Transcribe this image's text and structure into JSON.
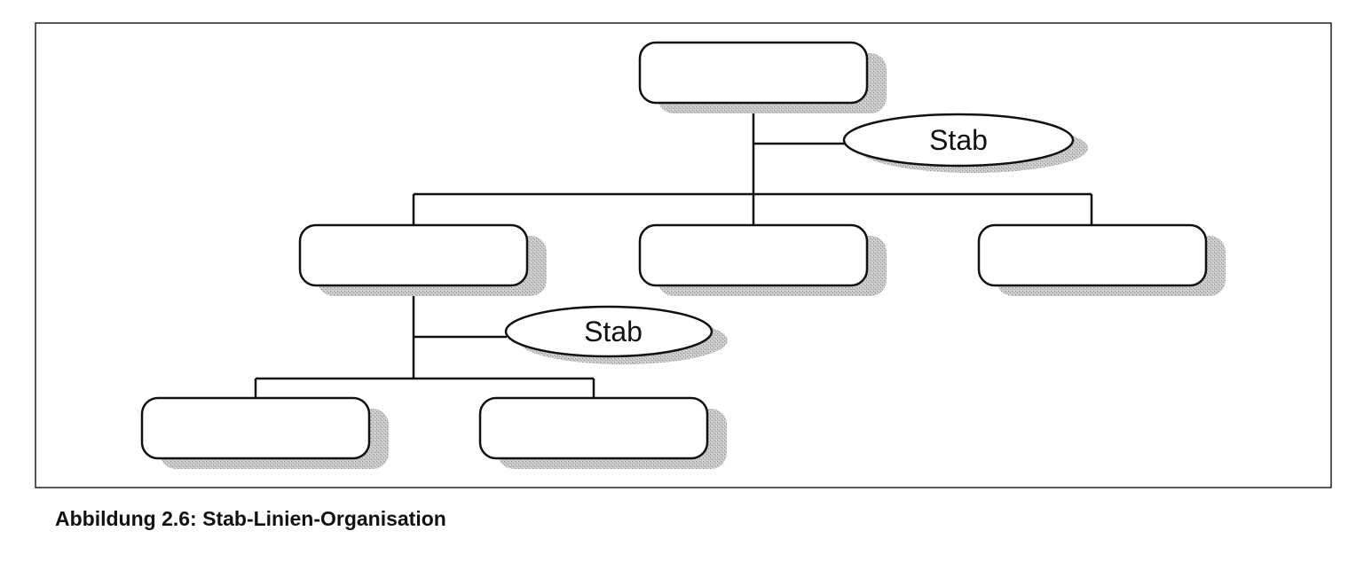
{
  "diagram": {
    "staff_top": {
      "label": "Stab"
    },
    "staff_sub": {
      "label": "Stab"
    }
  },
  "caption": "Abbildung 2.6: Stab-Linien-Organisation",
  "colors": {
    "line": "#111111",
    "shadow": "#b9b9b9",
    "frame": "#222222",
    "box_fill": "#ffffff"
  }
}
